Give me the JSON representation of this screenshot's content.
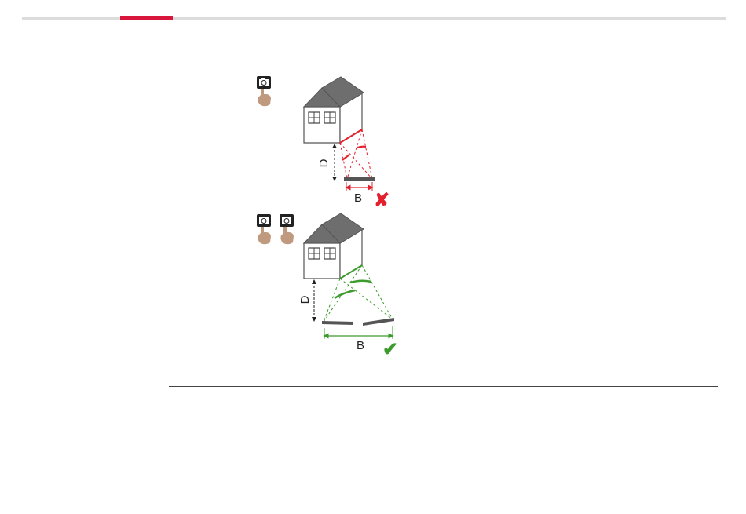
{
  "colors": {
    "accent": "#d9173d",
    "wrong": "#e3202e",
    "right": "#3d9a2d",
    "roof": "#6e6e6e",
    "hand": "#c09a7e"
  },
  "icons": {
    "camera": "camera-icon",
    "hand": "hand-icon",
    "cross": "cross-icon",
    "check": "check-icon"
  },
  "figure": {
    "top": {
      "distance_label": "D",
      "baseline_label": "B",
      "verdict_symbol": "✘"
    },
    "bottom": {
      "distance_label": "D",
      "baseline_label": "B",
      "verdict_symbol": "✔"
    }
  }
}
